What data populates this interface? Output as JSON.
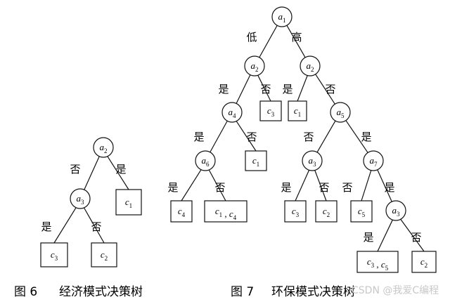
{
  "figures": [
    {
      "id": "fig6",
      "caption": {
        "number": "图 6",
        "title": "经济模式决策树"
      },
      "nodes": [
        {
          "id": "n1",
          "shape": "circle",
          "text": "a",
          "sub": "2"
        },
        {
          "id": "n2",
          "shape": "circle",
          "text": "a",
          "sub": "3"
        },
        {
          "id": "n3",
          "shape": "box",
          "parts": [
            {
              "t": "c",
              "s": "1"
            }
          ]
        },
        {
          "id": "n4",
          "shape": "box",
          "parts": [
            {
              "t": "c",
              "s": "3"
            }
          ]
        },
        {
          "id": "n5",
          "shape": "box",
          "parts": [
            {
              "t": "c",
              "s": "2"
            }
          ]
        }
      ],
      "edges": [
        {
          "from": "n1",
          "to": "n2",
          "label": "否"
        },
        {
          "from": "n1",
          "to": "n3",
          "label": "是"
        },
        {
          "from": "n2",
          "to": "n4",
          "label": "是"
        },
        {
          "from": "n2",
          "to": "n5",
          "label": "否"
        }
      ]
    },
    {
      "id": "fig7",
      "caption": {
        "number": "图 7",
        "title": "环保模式决策树"
      },
      "nodes": [
        {
          "id": "m1",
          "shape": "circle",
          "text": "a",
          "sub": "1"
        },
        {
          "id": "m2",
          "shape": "circle",
          "text": "a",
          "sub": "2"
        },
        {
          "id": "m3",
          "shape": "circle",
          "text": "a",
          "sub": "2"
        },
        {
          "id": "m4",
          "shape": "circle",
          "text": "a",
          "sub": "4"
        },
        {
          "id": "m5",
          "shape": "box",
          "parts": [
            {
              "t": "c",
              "s": "3"
            }
          ]
        },
        {
          "id": "m6",
          "shape": "box",
          "parts": [
            {
              "t": "c",
              "s": "1"
            }
          ]
        },
        {
          "id": "m7",
          "shape": "circle",
          "text": "a",
          "sub": "5"
        },
        {
          "id": "m8",
          "shape": "circle",
          "text": "a",
          "sub": "6"
        },
        {
          "id": "m9",
          "shape": "box",
          "parts": [
            {
              "t": "c",
              "s": "1"
            }
          ]
        },
        {
          "id": "m10",
          "shape": "circle",
          "text": "a",
          "sub": "3"
        },
        {
          "id": "m11",
          "shape": "circle",
          "text": "a",
          "sub": "7"
        },
        {
          "id": "m12",
          "shape": "box",
          "parts": [
            {
              "t": "c",
              "s": "4"
            }
          ]
        },
        {
          "id": "m13",
          "shape": "box",
          "parts": [
            {
              "t": "c",
              "s": "1"
            },
            {
              "t": "c",
              "s": "4"
            }
          ]
        },
        {
          "id": "m14",
          "shape": "box",
          "parts": [
            {
              "t": "c",
              "s": "3"
            }
          ]
        },
        {
          "id": "m15",
          "shape": "box",
          "parts": [
            {
              "t": "c",
              "s": "2"
            }
          ]
        },
        {
          "id": "m16",
          "shape": "box",
          "parts": [
            {
              "t": "c",
              "s": "5"
            }
          ]
        },
        {
          "id": "m17",
          "shape": "circle",
          "text": "a",
          "sub": "3"
        },
        {
          "id": "m18",
          "shape": "box",
          "parts": [
            {
              "t": "c",
              "s": "3"
            },
            {
              "t": "c",
              "s": "5"
            }
          ]
        },
        {
          "id": "m19",
          "shape": "box",
          "parts": [
            {
              "t": "c",
              "s": "2"
            }
          ]
        }
      ],
      "edges": [
        {
          "from": "m1",
          "to": "m2",
          "label": "低"
        },
        {
          "from": "m1",
          "to": "m3",
          "label": "高"
        },
        {
          "from": "m2",
          "to": "m4",
          "label": "是"
        },
        {
          "from": "m2",
          "to": "m5",
          "label": "否"
        },
        {
          "from": "m3",
          "to": "m6",
          "label": "是"
        },
        {
          "from": "m3",
          "to": "m7",
          "label": "否"
        },
        {
          "from": "m4",
          "to": "m8",
          "label": "是"
        },
        {
          "from": "m4",
          "to": "m9",
          "label": "否"
        },
        {
          "from": "m7",
          "to": "m10",
          "label": "否"
        },
        {
          "from": "m7",
          "to": "m11",
          "label": "是"
        },
        {
          "from": "m8",
          "to": "m12",
          "label": "是"
        },
        {
          "from": "m8",
          "to": "m13",
          "label": "否"
        },
        {
          "from": "m10",
          "to": "m14",
          "label": "是"
        },
        {
          "from": "m10",
          "to": "m15",
          "label": "否"
        },
        {
          "from": "m11",
          "to": "m16",
          "label": "否"
        },
        {
          "from": "m11",
          "to": "m17",
          "label": "是"
        },
        {
          "from": "m17",
          "to": "m18",
          "label": "是"
        },
        {
          "from": "m17",
          "to": "m19",
          "label": "否"
        }
      ]
    }
  ],
  "watermark": "CSDN @我爱C编程"
}
